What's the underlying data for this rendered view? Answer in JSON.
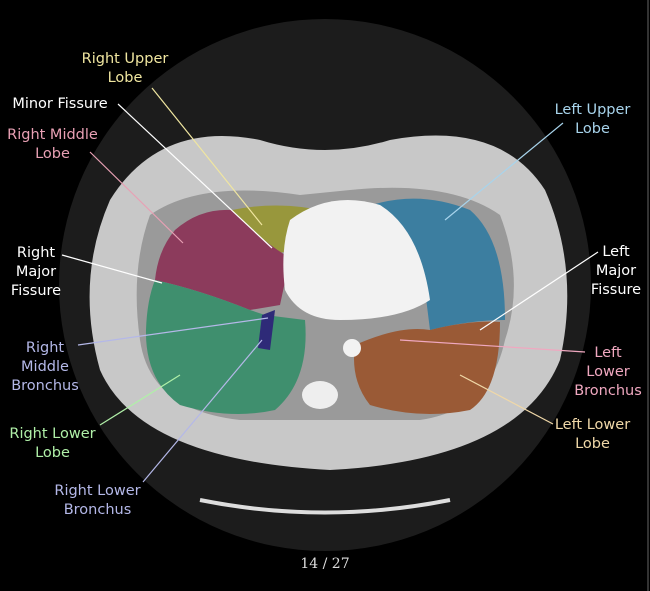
{
  "labels": {
    "right_upper_lobe": {
      "text": "Right Upper\nLobe",
      "color": "#f0e6a0"
    },
    "minor_fissure": {
      "text": "Minor Fissure",
      "color": "#ffffff"
    },
    "right_middle_lobe": {
      "text": "Right Middle\nLobe",
      "color": "#e8a0b4"
    },
    "right_major_fissure": {
      "text": "Right\nMajor\nFissure",
      "color": "#ffffff"
    },
    "right_middle_bronchus": {
      "text": "Right\nMiddle\nBronchus",
      "color": "#b4b8e8"
    },
    "right_lower_lobe": {
      "text": "Right Lower\nLobe",
      "color": "#b0f0a8"
    },
    "right_lower_bronchus": {
      "text": "Right Lower\nBronchus",
      "color": "#b4b8e8"
    },
    "left_upper_lobe": {
      "text": "Left Upper\nLobe",
      "color": "#a8d4ec"
    },
    "left_major_fissure": {
      "text": "Left\nMajor\nFissure",
      "color": "#ffffff"
    },
    "left_lower_bronchus": {
      "text": "Left\nLower\nBronchus",
      "color": "#f0a8c0"
    },
    "left_lower_lobe": {
      "text": "Left Lower\nLobe",
      "color": "#f0d8a8"
    }
  },
  "segment_colors": {
    "right_upper_lobe": "#98973c",
    "right_middle_lobe": "#8c3b5c",
    "right_lower_lobe": "#3f8f6e",
    "left_upper_lobe": "#3c7ea0",
    "left_lower_lobe": "#9a5a36",
    "bronchus": "#2e2a78"
  },
  "slice": {
    "counter": "14 / 27"
  }
}
